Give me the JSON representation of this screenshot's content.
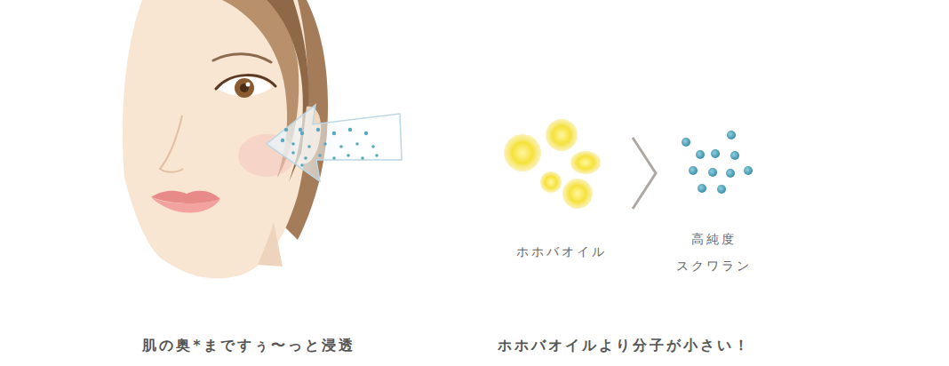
{
  "diagram": {
    "labels": [
      "肌の奥*まですぅ〜っと浸透",
      "ホホバオイル",
      "高純度 スクワラン",
      "ホホバオイルより分子が小さい！"
    ]
  }
}
